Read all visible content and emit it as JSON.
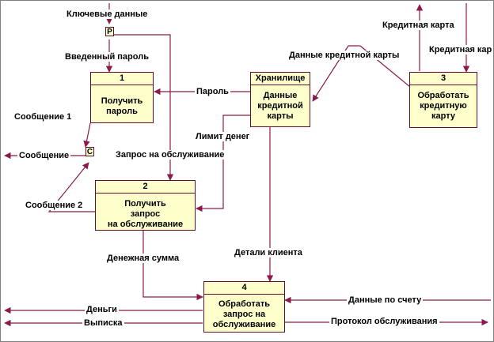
{
  "processes": {
    "p1": {
      "number": "1",
      "text": "Получить\nпароль"
    },
    "p2": {
      "number": "2",
      "text": "Получить\nзапрос\nна обслуживание"
    },
    "p3": {
      "number": "3",
      "text": "Обработать\nкредитную\nкарту"
    },
    "p4": {
      "number": "4",
      "text": "Обработать\nзапрос на\nобслуживание"
    }
  },
  "store": {
    "header": "Хранилище",
    "text": "Данные\nкредитной\nкарты"
  },
  "connectors": {
    "p": "P",
    "c": "C"
  },
  "flows": {
    "key_data": "Ключевые данные",
    "entered_password": "Введенный пароль",
    "password": "Пароль",
    "card_data": "Данные кредитной карты",
    "credit_card_out": "Кредитная карта",
    "credit_card_in": "Кредитная кар",
    "message1": "Сообщение 1",
    "message": "Сообщение",
    "service_request": "Запрос на обслуживание",
    "money_limit": "Лимит денег",
    "message2": "Сообщение 2",
    "cash_amount": "Денежная сумма",
    "client_details": "Детали клиента",
    "money": "Деньги",
    "account_data": "Данные по счету",
    "statement": "Выписка",
    "service_log": "Протокол обслуживания"
  }
}
